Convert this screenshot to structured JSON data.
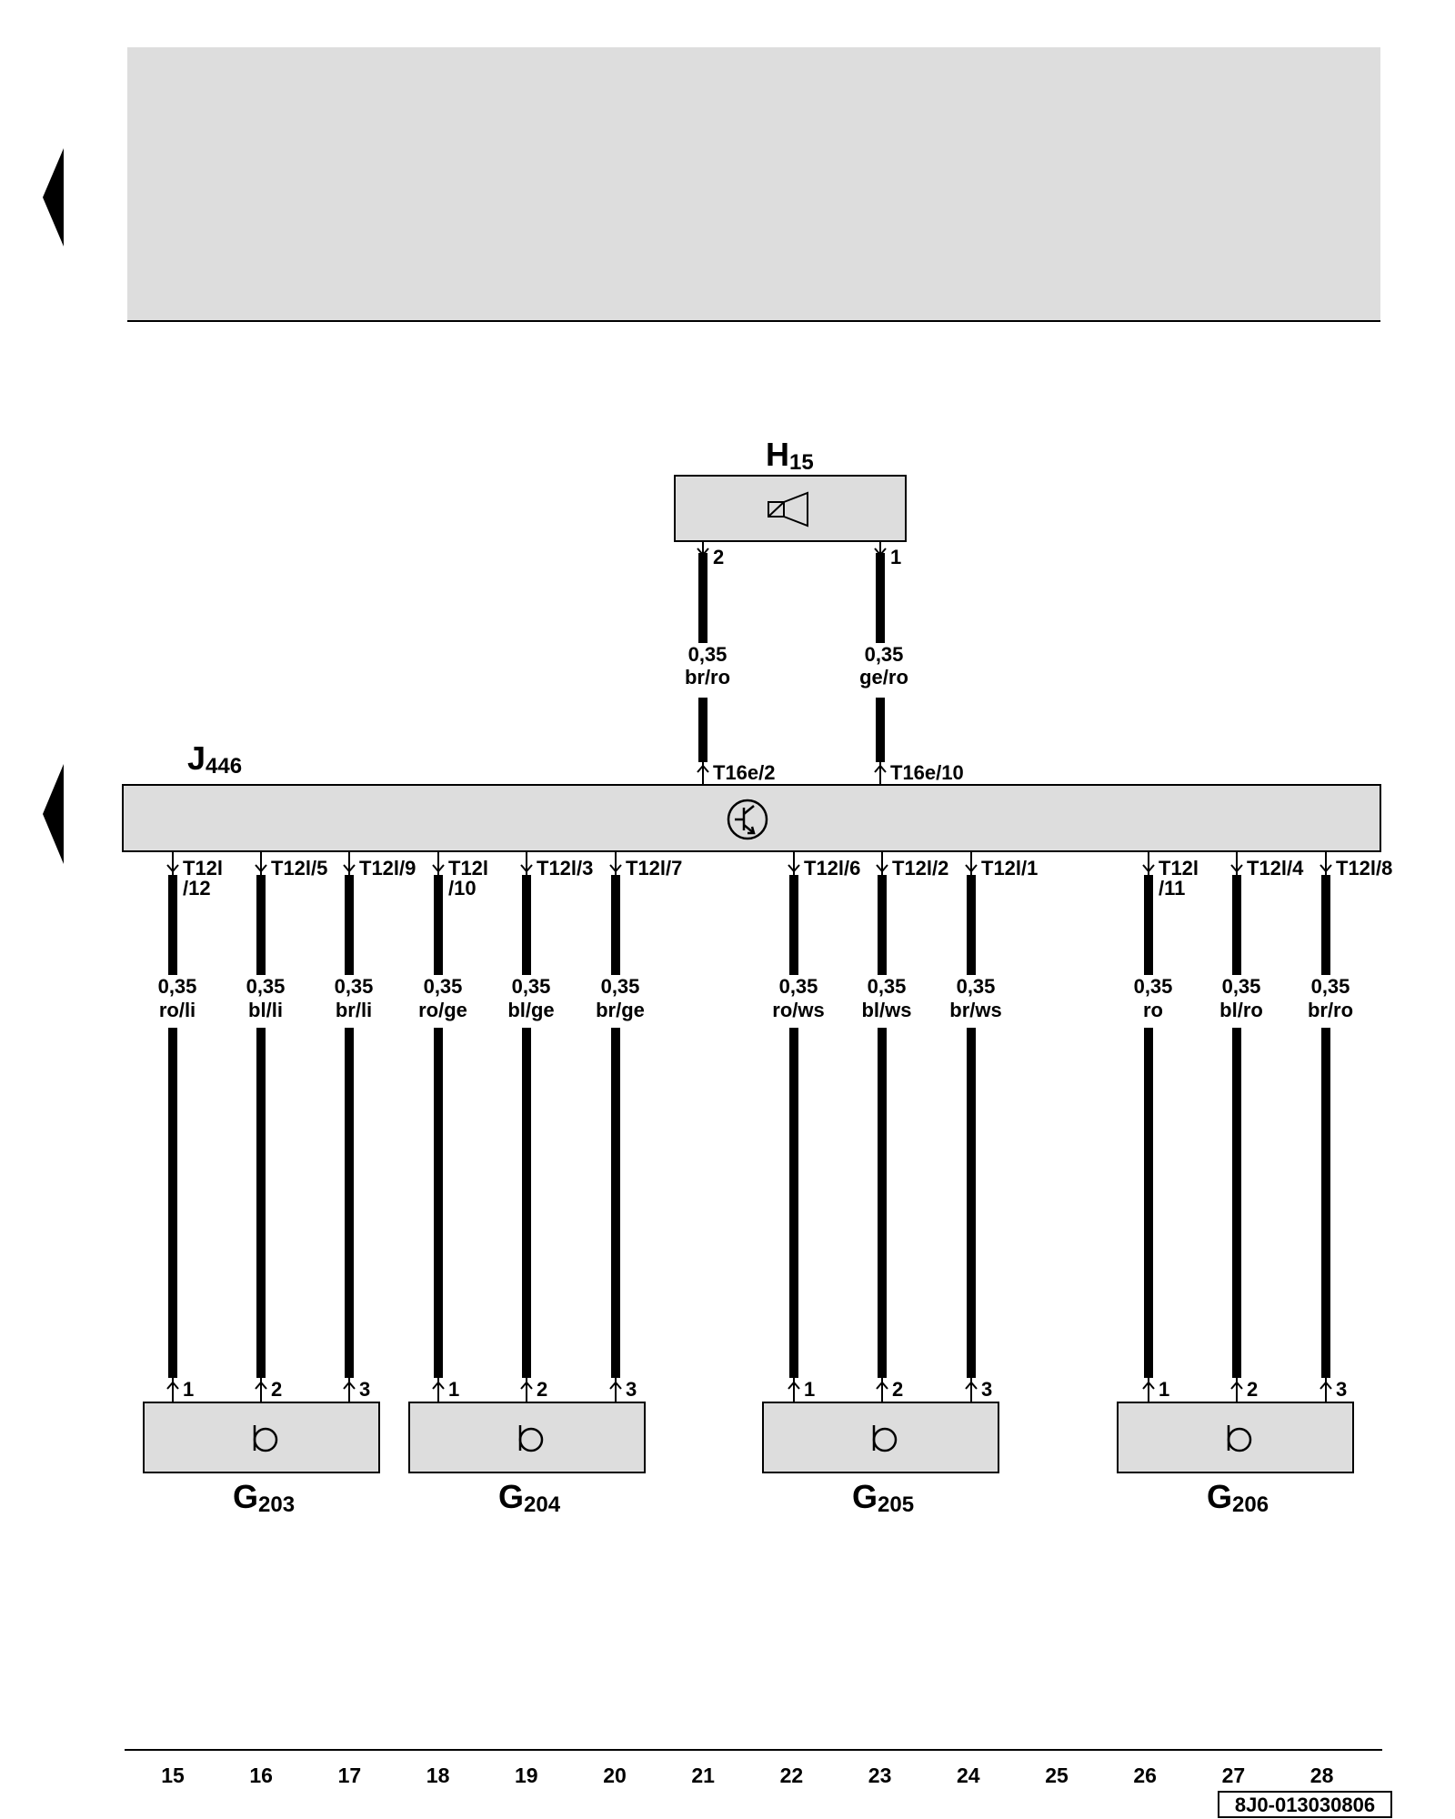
{
  "legend_box": {
    "fill": "#dddddd"
  },
  "colors": {
    "component_fill": "#dddddd",
    "wire": "#000000",
    "ink": "#000000"
  },
  "components": {
    "H15": {
      "letter": "H",
      "number": "15",
      "icon": "speaker-icon"
    },
    "J446": {
      "letter": "J",
      "number": "446",
      "icon": "control-unit-icon"
    },
    "G203": {
      "letter": "G",
      "number": "203",
      "icon": "sensor-icon"
    },
    "G204": {
      "letter": "G",
      "number": "204",
      "icon": "sensor-icon"
    },
    "G205": {
      "letter": "G",
      "number": "205",
      "icon": "sensor-icon"
    },
    "G206": {
      "letter": "G",
      "number": "206",
      "icon": "sensor-icon"
    }
  },
  "h15_wires": [
    {
      "top_pin": "2",
      "j_pin": "T16e/2",
      "size": "0,35",
      "color": "br/ro"
    },
    {
      "top_pin": "1",
      "j_pin": "T16e/10",
      "size": "0,35",
      "color": "ge/ro"
    }
  ],
  "sensor_wires": [
    {
      "j_pin": [
        "T12l",
        "/12"
      ],
      "size": "0,35",
      "color": "ro/li",
      "sensor_pin": "1"
    },
    {
      "j_pin": [
        "T12l/5"
      ],
      "size": "0,35",
      "color": "bl/li",
      "sensor_pin": "2"
    },
    {
      "j_pin": [
        "T12l/9"
      ],
      "size": "0,35",
      "color": "br/li",
      "sensor_pin": "3"
    },
    {
      "j_pin": [
        "T12l",
        "/10"
      ],
      "size": "0,35",
      "color": "ro/ge",
      "sensor_pin": "1"
    },
    {
      "j_pin": [
        "T12l/3"
      ],
      "size": "0,35",
      "color": "bl/ge",
      "sensor_pin": "2"
    },
    {
      "j_pin": [
        "T12l/7"
      ],
      "size": "0,35",
      "color": "br/ge",
      "sensor_pin": "3"
    },
    {
      "j_pin": [
        "T12l/6"
      ],
      "size": "0,35",
      "color": "ro/ws",
      "sensor_pin": "1"
    },
    {
      "j_pin": [
        "T12l/2"
      ],
      "size": "0,35",
      "color": "bl/ws",
      "sensor_pin": "2"
    },
    {
      "j_pin": [
        "T12l/1"
      ],
      "size": "0,35",
      "color": "br/ws",
      "sensor_pin": "3"
    },
    {
      "j_pin": [
        "T12l",
        "/11"
      ],
      "size": "0,35",
      "color": "ro",
      "sensor_pin": "1"
    },
    {
      "j_pin": [
        "T12l/4"
      ],
      "size": "0,35",
      "color": "bl/ro",
      "sensor_pin": "2"
    },
    {
      "j_pin": [
        "T12l/8"
      ],
      "size": "0,35",
      "color": "br/ro",
      "sensor_pin": "3"
    }
  ],
  "columns": [
    "15",
    "16",
    "17",
    "18",
    "19",
    "20",
    "21",
    "22",
    "23",
    "24",
    "25",
    "26",
    "27",
    "28"
  ],
  "diagram_id": "8J0-013030806"
}
